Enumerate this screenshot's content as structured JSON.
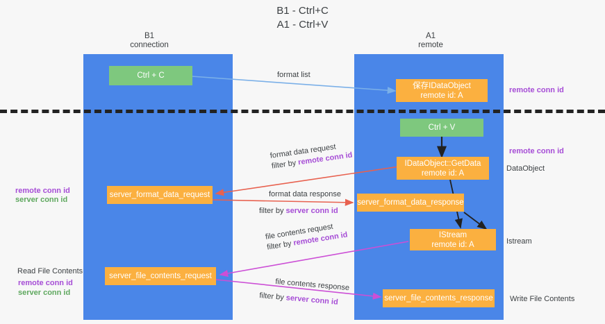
{
  "title": {
    "line1": "B1 - Ctrl+C",
    "line2": "A1 - Ctrl+V"
  },
  "columns": [
    {
      "name": "B1",
      "sub": "connection"
    },
    {
      "name": "A1",
      "sub": "remote"
    }
  ],
  "nodes": {
    "ctrl_c": "Ctrl + C",
    "ctrl_v": "Ctrl + V",
    "save_idataobject_l1": "保存IDataObject",
    "save_idataobject_l2": "remote id: A",
    "getdata_l1": "IDataObject::GetData",
    "getdata_l2": "remote id: A",
    "istream_l1": "IStream",
    "istream_l2": "remote id: A",
    "server_format_data_request": "server_format_data_request",
    "server_format_data_response": "server_format_data_response",
    "server_file_contents_request": "server_file_contents_request",
    "server_file_contents_response": "server_file_contents_response"
  },
  "edges": {
    "format_list": "format list",
    "format_data_request": "format data request",
    "format_data_request_filter_pre": "filter by ",
    "format_data_request_filter_key": "remote conn id",
    "format_data_response": "format data response",
    "format_data_response_filter_pre": "filter by ",
    "format_data_response_filter_key": "server conn id",
    "file_contents_request": "file contents request",
    "file_contents_request_filter_pre": "filter by ",
    "file_contents_request_filter_key": "remote conn id",
    "file_contents_response": "file contents response",
    "file_contents_response_filter_pre": "filter by ",
    "file_contents_response_filter_key": "server conn id"
  },
  "annotations": {
    "right_remote_conn_id_top": "remote conn id",
    "right_remote_conn_id_mid": "remote conn id",
    "right_dataobject": "DataObject",
    "right_istream": "Istream",
    "right_write_file_contents": "Write File Contents",
    "left_remote_conn_id": "remote conn id",
    "left_server_conn_id": "server conn id",
    "left_read_file_contents": "Read File Contents",
    "left_remote_conn_id_2": "remote conn id",
    "left_server_conn_id_2": "server conn id"
  },
  "colors": {
    "lane": "#4a86e8",
    "green_node": "#7ec87e",
    "orange_node": "#fbb040",
    "purple_text": "#a64dd6",
    "green_text": "#5fa85f",
    "blue_arrow": "#7bb0e8",
    "red_arrow": "#e8614f",
    "magenta_arrow": "#cc4fd6",
    "black_arrow": "#222222",
    "background": "#f7f7f7"
  }
}
